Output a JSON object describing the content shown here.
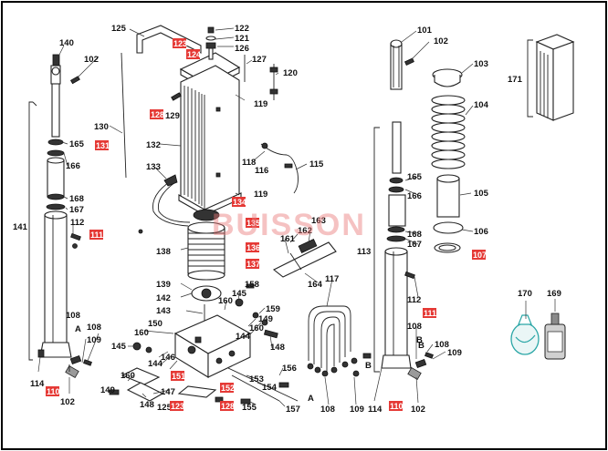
{
  "watermark": "BUISSON",
  "colors": {
    "highlight": "#e53935",
    "ink": "#111111",
    "watermark": "#e88a8a",
    "bottle_accent": "#2aa6a6"
  },
  "labels": {
    "l125a": "125",
    "l122": "122",
    "l121": "121",
    "l126": "126",
    "l127": "127",
    "l120": "120",
    "l119a": "119",
    "l129": "129",
    "l130": "130",
    "l132": "132",
    "l133": "133",
    "l118": "118",
    "l116": "116",
    "l115": "115",
    "l119b": "119",
    "l140": "140",
    "l102a": "102",
    "l165a": "165",
    "l166a": "166",
    "l168a": "168",
    "l167a": "167",
    "l112a": "112",
    "l141": "141",
    "l138": "138",
    "l163": "163",
    "l162": "162",
    "l161": "161",
    "l164": "164",
    "l139": "139",
    "l142": "142",
    "l143": "143",
    "l158": "158",
    "l145a": "145",
    "l160a": "160",
    "l159": "159",
    "l149a": "149",
    "l160b": "160",
    "l150": "150",
    "l144a": "144",
    "l148a": "148",
    "l108a": "108",
    "l108b": "108",
    "l109a": "109",
    "l145b": "145",
    "l146": "146",
    "l144b": "144",
    "l160c": "160",
    "l147": "147",
    "l149b": "149",
    "l148b": "148",
    "l125b": "125",
    "l153": "153",
    "l154": "154",
    "l156": "156",
    "l155": "155",
    "l157": "157",
    "l117": "117",
    "l108c": "108",
    "l109b": "109",
    "l114a": "114",
    "l102b": "102",
    "l101": "101",
    "l102c": "102",
    "l103": "103",
    "l104": "104",
    "l105": "105",
    "l106": "106",
    "l165b": "165",
    "l166b": "166",
    "l168b": "168",
    "l167b": "167",
    "l113": "113",
    "l112b": "112",
    "l108d": "108",
    "l108e": "108",
    "l109c": "109",
    "l114b": "114",
    "l102d": "102",
    "l171": "171",
    "l170": "170",
    "l169": "169",
    "mA1": "A",
    "mA2": "A",
    "mB1": "B",
    "mB2": "B",
    "mB3": "B"
  },
  "highlighted": {
    "h123a": "123",
    "h123b": "123",
    "h124": "124",
    "h131": "131",
    "h134": "134",
    "h135": "135",
    "h136": "136",
    "h137": "137",
    "h111a": "111",
    "h111b": "111",
    "h110a": "110",
    "h110b": "110",
    "h151": "151",
    "h152": "152",
    "h128": "128",
    "h107": "107",
    "h128b": "128"
  }
}
